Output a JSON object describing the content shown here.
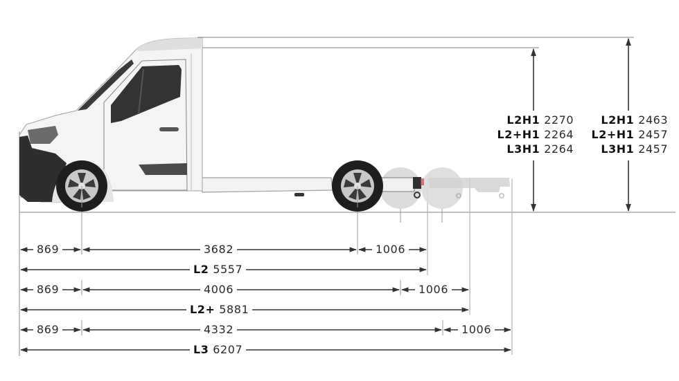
{
  "diagram": {
    "subject": "chassis-cab van side view with dimension lines",
    "units": "mm",
    "colors": {
      "line": "#333333",
      "guide": "#9a9a9a",
      "body": "#f2f2f2",
      "glass": "#3a3a3a",
      "ghost_wheel": "#d6d6d6"
    }
  },
  "heights": {
    "inner": {
      "rows": [
        {
          "label": "L2H1",
          "value": "2270"
        },
        {
          "label": "L2+H1",
          "value": "2264"
        },
        {
          "label": "L3H1",
          "value": "2264"
        }
      ]
    },
    "outer": {
      "rows": [
        {
          "label": "L2H1",
          "value": "2463"
        },
        {
          "label": "L2+H1",
          "value": "2457"
        },
        {
          "label": "L3H1",
          "value": "2457"
        }
      ]
    }
  },
  "lengths": {
    "rows": [
      {
        "front_overhang": "869",
        "wheelbase": "3682",
        "rear_overhang": "1006",
        "total_label": "L2",
        "total_value": "5557"
      },
      {
        "front_overhang": "869",
        "wheelbase": "4006",
        "rear_overhang": "1006",
        "total_label": "L2+",
        "total_value": "5881"
      },
      {
        "front_overhang": "869",
        "wheelbase": "4332",
        "rear_overhang": "1006",
        "total_label": "L3",
        "total_value": "6207"
      }
    ]
  }
}
